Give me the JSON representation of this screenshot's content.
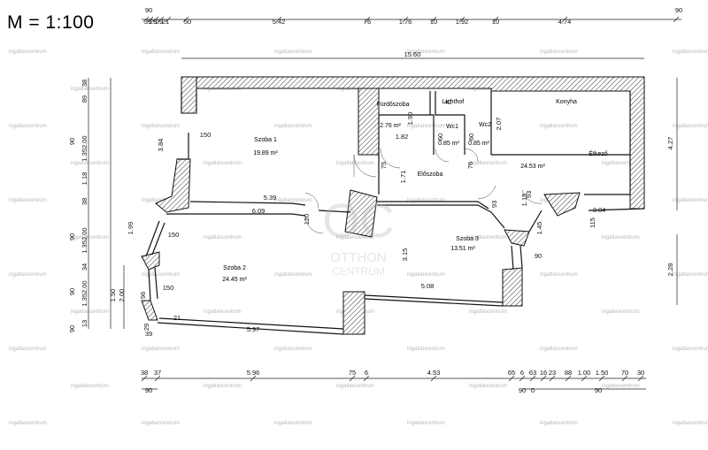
{
  "scale": "M = 1:100",
  "rooms": [
    {
      "name": "Szoba 1",
      "area": "19.89 m²"
    },
    {
      "name": "Szoba 2",
      "area": "24.45 m²"
    },
    {
      "name": "Szoba 3",
      "area": "13.51 m²"
    },
    {
      "name": "Konyha",
      "area": ""
    },
    {
      "name": "Étkező",
      "area": "24.53 m²"
    },
    {
      "name": "Fürdőszoba",
      "area": "2.76 m²"
    },
    {
      "name": "Wc1",
      "area": "0.85 m²"
    },
    {
      "name": "Wc2",
      "area": "0.85 m²"
    },
    {
      "name": "Lichthof",
      "area": ""
    },
    {
      "name": "Előszoba",
      "area": ""
    }
  ],
  "dims_top": [
    "90",
    "39",
    "29",
    "29",
    "21",
    "50",
    "5.42",
    "76",
    "1.76",
    "10",
    "1.92",
    "10",
    "4.74",
    "90"
  ],
  "overall_width": "15.60",
  "dims_bottom": [
    "38",
    "37",
    "5.96",
    "75",
    "6",
    "4.53",
    "65",
    "6",
    "63",
    "16",
    "23",
    "88",
    "1.00",
    "1.50",
    "70",
    "30"
  ],
  "dims_bottom_row2": [
    "90",
    "90",
    "0",
    "90"
  ],
  "dims_left": [
    "38",
    "89",
    "90",
    "1.352.00",
    "1.18",
    "38",
    "90",
    "1.352.00",
    "90",
    "1.352.00",
    "1.50",
    "2.00",
    "34",
    "13",
    "90"
  ],
  "dims_right": [
    "4.27",
    "2.28"
  ],
  "dims_interior": [
    "150",
    "3.84",
    "1.82",
    "1.90",
    "2.07",
    "40",
    "60",
    "60",
    "75",
    "1.71",
    "76",
    "5.39",
    "6.09",
    "120",
    "1.99",
    "150",
    "150",
    "3.15",
    "5.08",
    "93",
    "1.15",
    "1.45",
    "90",
    "3.04",
    "115",
    "5.97",
    "21",
    "29",
    "39",
    "96",
    "93"
  ],
  "watermark": {
    "line1": "OTTHON",
    "line2": "CENTRUM",
    "monogram": "OC",
    "repeat": "ingatlancentrum"
  }
}
